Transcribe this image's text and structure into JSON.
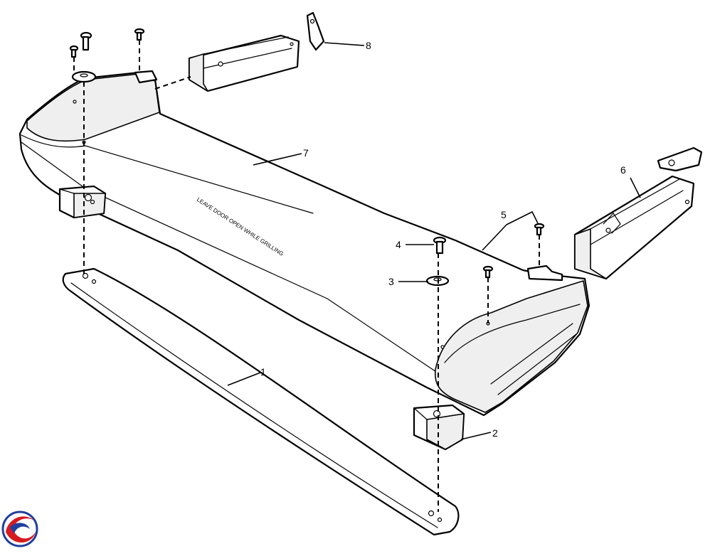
{
  "diagram": {
    "callouts": [
      "1",
      "2",
      "3",
      "4",
      "5",
      "6",
      "7",
      "8"
    ],
    "door_text": "LEAVE DOOR OPEN WHILE GRILLING"
  },
  "colors": {
    "line": "#000000",
    "background": "#ffffff",
    "logo_red": "#d71920",
    "logo_blue": "#1f3f9e"
  },
  "icons": {
    "logo": "brand-swirl-icon"
  }
}
